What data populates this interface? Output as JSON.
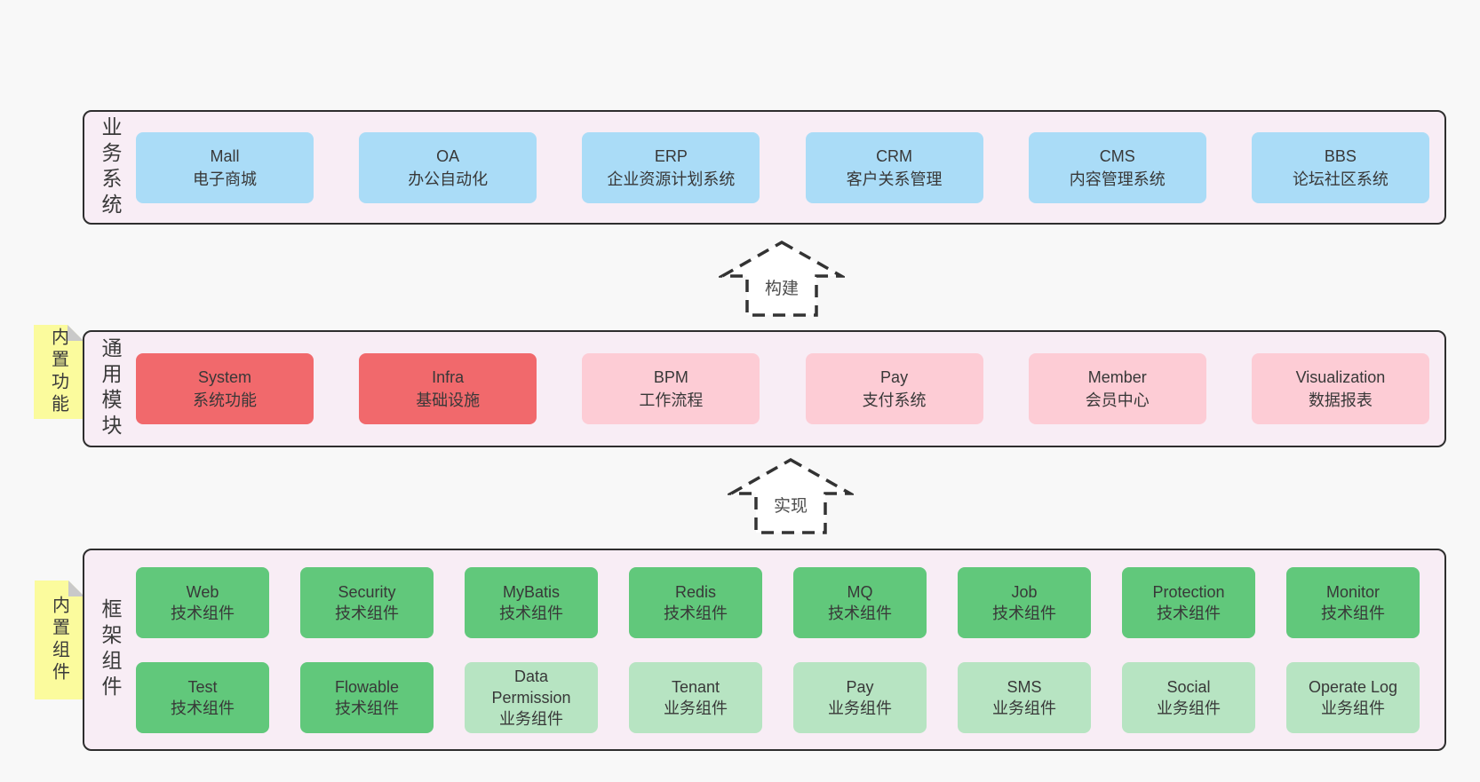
{
  "colors": {
    "page_bg": "#f8f8f8",
    "panel_bg": "#f8edf5",
    "panel_border": "#2e2e2e",
    "blue_box": "#aadcf7",
    "red_box": "#f1696c",
    "pink_box": "#fdccd5",
    "green_box": "#61c87b",
    "green_light_box": "#b7e4c2",
    "note_yellow": "#fbfb9d"
  },
  "arrows": [
    {
      "label": "构建"
    },
    {
      "label": "实现"
    }
  ],
  "layers": [
    {
      "side_label": "业务系统",
      "boxes": [
        {
          "name": "Mall",
          "desc": "电子商城",
          "variant": "blue"
        },
        {
          "name": "OA",
          "desc": "办公自动化",
          "variant": "blue"
        },
        {
          "name": "ERP",
          "desc": "企业资源计划系统",
          "variant": "blue"
        },
        {
          "name": "CRM",
          "desc": "客户关系管理",
          "variant": "blue"
        },
        {
          "name": "CMS",
          "desc": "内容管理系统",
          "variant": "blue"
        },
        {
          "name": "BBS",
          "desc": "论坛社区系统",
          "variant": "blue"
        }
      ]
    },
    {
      "side_label": "通用模块",
      "note": "内置功能",
      "boxes": [
        {
          "name": "System",
          "desc": "系统功能",
          "variant": "red"
        },
        {
          "name": "Infra",
          "desc": "基础设施",
          "variant": "red"
        },
        {
          "name": "BPM",
          "desc": "工作流程",
          "variant": "pink"
        },
        {
          "name": "Pay",
          "desc": "支付系统",
          "variant": "pink"
        },
        {
          "name": "Member",
          "desc": "会员中心",
          "variant": "pink"
        },
        {
          "name": "Visualization",
          "desc": "数据报表",
          "variant": "pink"
        }
      ]
    },
    {
      "side_label": "框架组件",
      "note": "内置组件",
      "rows": [
        [
          {
            "name": "Web",
            "desc": "技术组件",
            "variant": "green"
          },
          {
            "name": "Security",
            "desc": "技术组件",
            "variant": "green"
          },
          {
            "name": "MyBatis",
            "desc": "技术组件",
            "variant": "green"
          },
          {
            "name": "Redis",
            "desc": "技术组件",
            "variant": "green"
          },
          {
            "name": "MQ",
            "desc": "技术组件",
            "variant": "green"
          },
          {
            "name": "Job",
            "desc": "技术组件",
            "variant": "green"
          },
          {
            "name": "Protection",
            "desc": "技术组件",
            "variant": "green"
          },
          {
            "name": "Monitor",
            "desc": "技术组件",
            "variant": "green"
          }
        ],
        [
          {
            "name": "Test",
            "desc": "技术组件",
            "variant": "green"
          },
          {
            "name": "Flowable",
            "desc": "技术组件",
            "variant": "green"
          },
          {
            "name": "Data Permission",
            "desc": "业务组件",
            "variant": "green-light"
          },
          {
            "name": "Tenant",
            "desc": "业务组件",
            "variant": "green-light"
          },
          {
            "name": "Pay",
            "desc": "业务组件",
            "variant": "green-light"
          },
          {
            "name": "SMS",
            "desc": "业务组件",
            "variant": "green-light"
          },
          {
            "name": "Social",
            "desc": "业务组件",
            "variant": "green-light"
          },
          {
            "name": "Operate Log",
            "desc": "业务组件",
            "variant": "green-light"
          }
        ]
      ]
    }
  ]
}
